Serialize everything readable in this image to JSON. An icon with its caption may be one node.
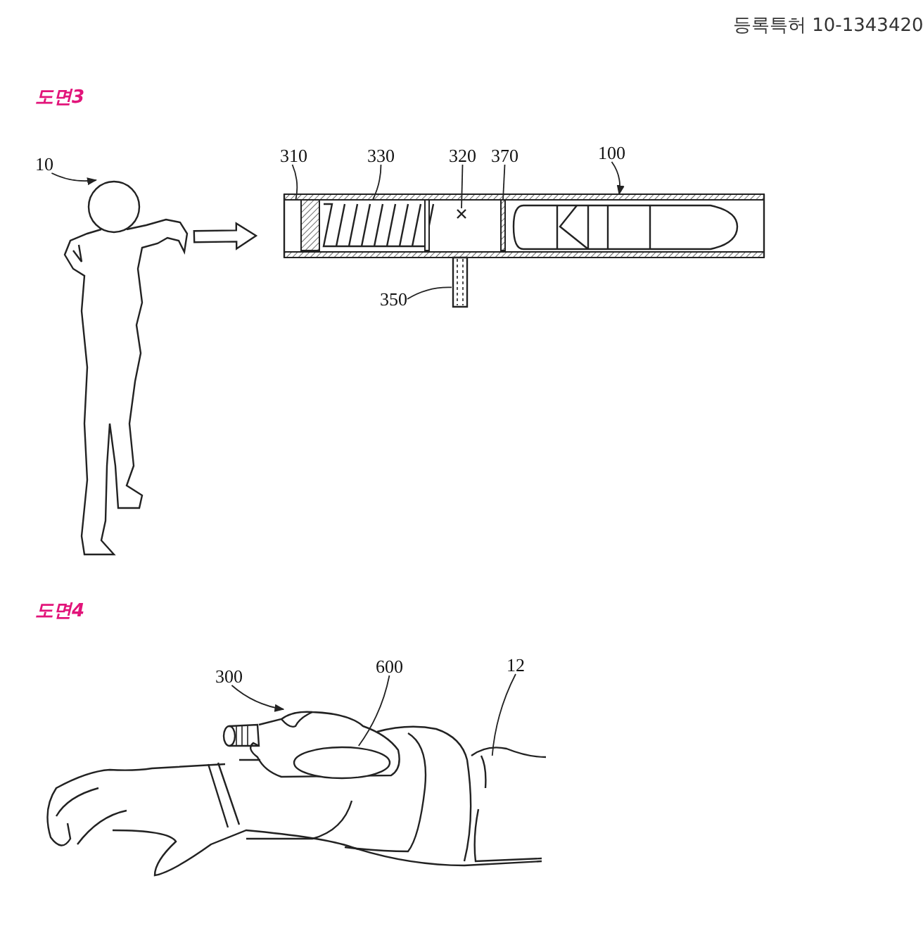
{
  "diagram": {
    "nodes": [
      {
        "text": [
          "10"
        ]
      },
      {
        "text": [],
        "shape": "picture"
      },
      {
        "text": [],
        "shape": "picture"
      },
      {
        "text": [],
        "shape": "box",
        "in": 2
      },
      {
        "text": [],
        "shape": "picture",
        "in": 2
      },
      {
        "text": [],
        "shape": "cross",
        "in": 2
      },
      {
        "text": [],
        "shape": "bar",
        "in": 2
      },
      {
        "text": [
          "310"
        ]
      },
      {
        "text": [
          "330"
        ]
      },
      {
        "text": [
          "320"
        ]
      },
      {
        "text": [
          "370"
        ]
      },
      {
        "text": [
          "100"
        ]
      },
      {
        "text": [
          "350"
        ]
      },
      {
        "text": [],
        "shape": "picture"
      },
      {
        "text": [
          "300"
        ]
      },
      {
        "text": [
          "600"
        ]
      },
      {
        "text": [
          "12"
        ]
      },
      {
        "text": [],
        "shape": "picture"
      },
      {
        "text": [],
        "shape": "ellipse",
        "in": 17
      },
      {
        "text": [],
        "shape": "picture"
      }
    ],
    "edges": [
      {
        "from": 0,
        "to": 1,
        "arrow": "to"
      },
      {
        "from": 1,
        "to": 2,
        "arrow": "to",
        "style": "thick"
      },
      {
        "from": 7,
        "to": 3,
        "arrow": "none"
      },
      {
        "from": 8,
        "to": 4,
        "arrow": "none"
      },
      {
        "from": 9,
        "to": 5,
        "arrow": "none"
      },
      {
        "from": 10,
        "to": 6,
        "arrow": "none"
      },
      {
        "from": 11,
        "to": 2,
        "arrow": "to"
      },
      {
        "from": 12,
        "to": 13,
        "arrow": "none"
      },
      {
        "from": 14,
        "to": 17,
        "arrow": "to"
      },
      {
        "from": 15,
        "to": 18,
        "arrow": "none"
      },
      {
        "from": 16,
        "to": 19,
        "arrow": "none"
      }
    ],
    "labels": [
      "등록특허 10-1343420",
      "도면3",
      "도면4"
    ]
  }
}
